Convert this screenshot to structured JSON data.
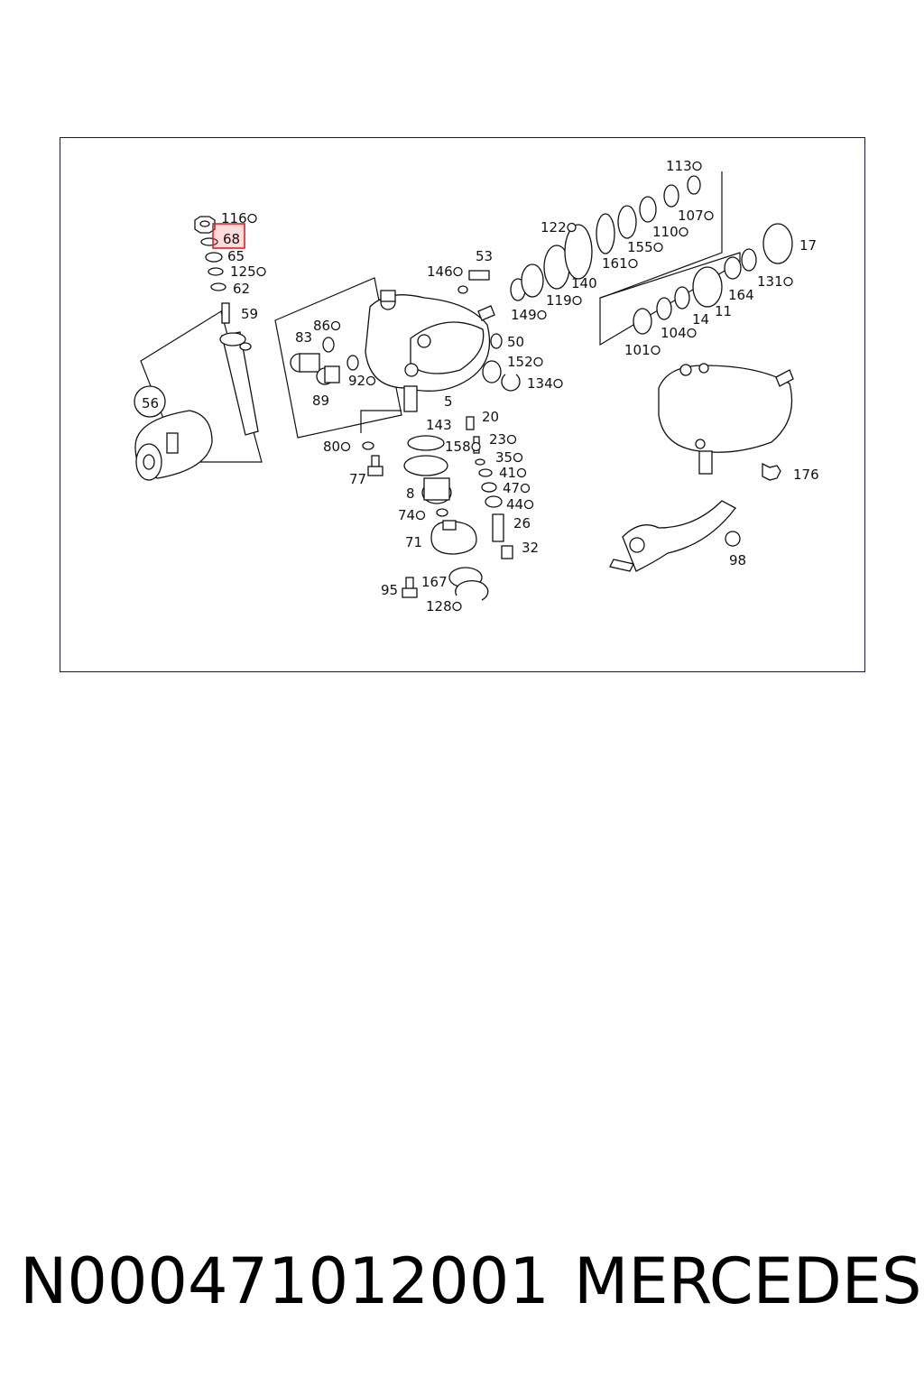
{
  "diagram": {
    "highlight_label": "68",
    "labels": [
      "116",
      "68",
      "65",
      "125",
      "62",
      "59",
      "56",
      "53",
      "146",
      "86",
      "83",
      "92",
      "89",
      "50",
      "152",
      "134",
      "5",
      "149",
      "119",
      "140",
      "122",
      "161",
      "155",
      "110",
      "107",
      "113",
      "17",
      "131",
      "164",
      "11",
      "14",
      "104",
      "101",
      "143",
      "20",
      "158",
      "23",
      "35",
      "41",
      "47",
      "44",
      "26",
      "32",
      "80",
      "77",
      "8",
      "74",
      "71",
      "167",
      "95",
      "128",
      "176",
      "98"
    ],
    "colors": {
      "highlight": "#e02020",
      "line": "#111111"
    }
  },
  "footer": {
    "part_number": "N000471012001",
    "brand": "MERCEDES"
  }
}
